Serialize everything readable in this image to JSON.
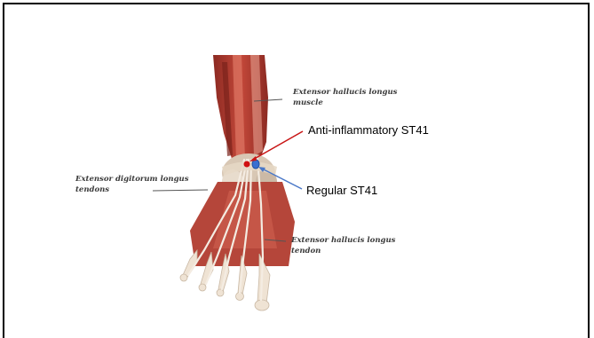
{
  "labels": {
    "ehl_muscle": {
      "line1": "Extensor hallucis longus",
      "line2": "muscle"
    },
    "edl_tendons": {
      "line1": "Extensor digitorum longus",
      "line2": "tendons"
    },
    "ehl_tendon": {
      "line1": "Extensor hallucis longus",
      "line2": "tendon"
    }
  },
  "points": {
    "anti_inflammatory": {
      "label": "Anti-inflammatory ST41",
      "color": "#d01010"
    },
    "regular": {
      "label": "Regular ST41",
      "color": "#3a6fd0"
    }
  },
  "colors": {
    "muscle": "#b33a2e",
    "muscle_light": "#d06a5a",
    "bone": "#efe3d4",
    "tendon": "#f4ece2",
    "red_arrow": "#c81414",
    "blue_arrow": "#4a78c8"
  }
}
